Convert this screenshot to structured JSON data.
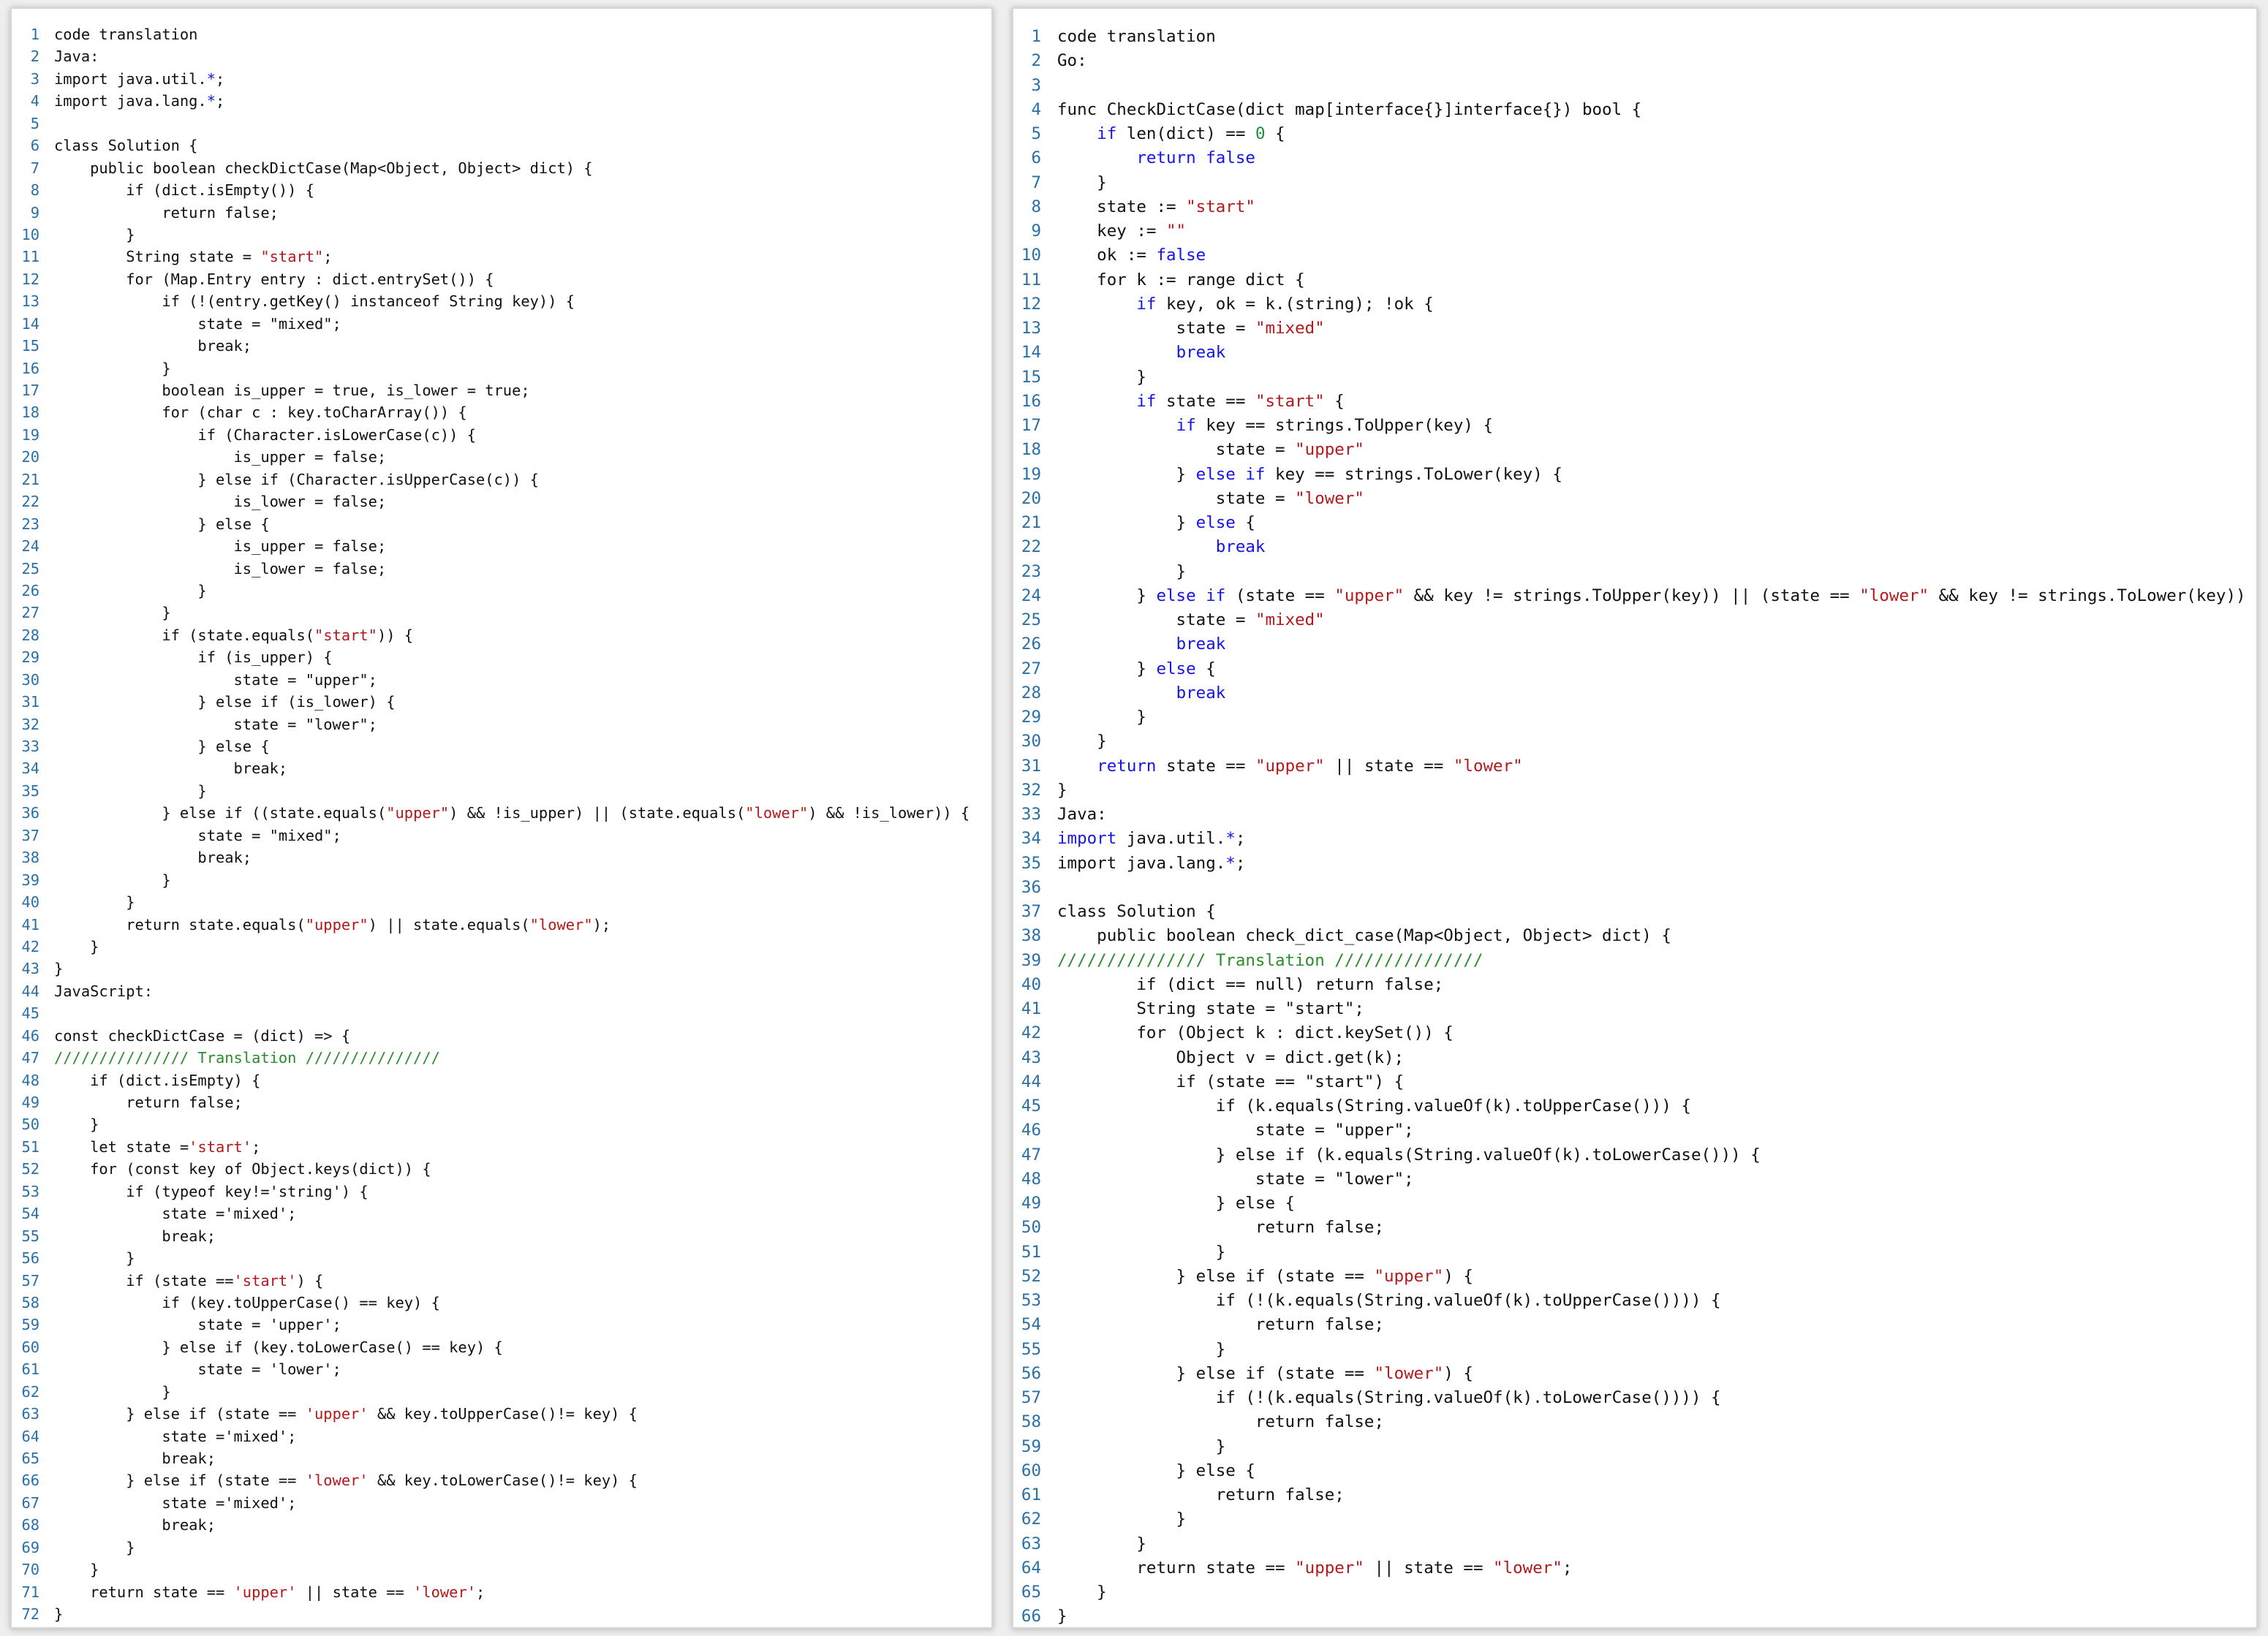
{
  "colors": {
    "background": "#eeeeee",
    "panel": "#ffffff",
    "line_number": "#2a6fa6",
    "text": "#111111",
    "string": "#b3191b",
    "keyword": "#1414e6",
    "number": "#1a8f3a",
    "comment": "#2a8c2a"
  },
  "panels": [
    {
      "lines": [
        [
          {
            "t": "code translation"
          }
        ],
        [
          {
            "t": "Java:"
          }
        ],
        [
          {
            "t": "import java.util."
          },
          {
            "t": "*",
            "k": "op"
          },
          {
            "t": ";"
          }
        ],
        [
          {
            "t": "import java.lang."
          },
          {
            "t": "*",
            "k": "op"
          },
          {
            "t": ";"
          }
        ],
        [],
        [
          {
            "t": "class Solution {"
          }
        ],
        [
          {
            "t": "    public boolean checkDictCase(Map<Object, Object> dict) {"
          }
        ],
        [
          {
            "t": "        if (dict.isEmpty()) {"
          }
        ],
        [
          {
            "t": "            return false;"
          }
        ],
        [
          {
            "t": "        }"
          }
        ],
        [
          {
            "t": "        String state = "
          },
          {
            "t": "\"start\"",
            "k": "str"
          },
          {
            "t": ";"
          }
        ],
        [
          {
            "t": "        for (Map.Entry entry : dict.entrySet()) {"
          }
        ],
        [
          {
            "t": "            if (!(entry.getKey() instanceof String key)) {"
          }
        ],
        [
          {
            "t": "                state = \"mixed\";"
          }
        ],
        [
          {
            "t": "                break;"
          }
        ],
        [
          {
            "t": "            }"
          }
        ],
        [
          {
            "t": "            boolean is_upper = true, is_lower = true;"
          }
        ],
        [
          {
            "t": "            for (char c : key.toCharArray()) {"
          }
        ],
        [
          {
            "t": "                if (Character.isLowerCase(c)) {"
          }
        ],
        [
          {
            "t": "                    is_upper = false;"
          }
        ],
        [
          {
            "t": "                } else if (Character.isUpperCase(c)) {"
          }
        ],
        [
          {
            "t": "                    is_lower = false;"
          }
        ],
        [
          {
            "t": "                } else {"
          }
        ],
        [
          {
            "t": "                    is_upper = false;"
          }
        ],
        [
          {
            "t": "                    is_lower = false;"
          }
        ],
        [
          {
            "t": "                }"
          }
        ],
        [
          {
            "t": "            }"
          }
        ],
        [
          {
            "t": "            if (state.equals("
          },
          {
            "t": "\"start\"",
            "k": "str"
          },
          {
            "t": ")) {"
          }
        ],
        [
          {
            "t": "                if (is_upper) {"
          }
        ],
        [
          {
            "t": "                    state = \"upper\";"
          }
        ],
        [
          {
            "t": "                } else if (is_lower) {"
          }
        ],
        [
          {
            "t": "                    state = \"lower\";"
          }
        ],
        [
          {
            "t": "                } else {"
          }
        ],
        [
          {
            "t": "                    break;"
          }
        ],
        [
          {
            "t": "                }"
          }
        ],
        [
          {
            "t": "            } else if ((state.equals("
          },
          {
            "t": "\"upper\"",
            "k": "str"
          },
          {
            "t": ") && !is_upper) || (state.equals("
          },
          {
            "t": "\"lower\"",
            "k": "str"
          },
          {
            "t": ") && !is_lower)) {"
          }
        ],
        [
          {
            "t": "                state = \"mixed\";"
          }
        ],
        [
          {
            "t": "                break;"
          }
        ],
        [
          {
            "t": "            }"
          }
        ],
        [
          {
            "t": "        }"
          }
        ],
        [
          {
            "t": "        return state.equals("
          },
          {
            "t": "\"upper\"",
            "k": "str"
          },
          {
            "t": ") || state.equals("
          },
          {
            "t": "\"lower\"",
            "k": "str"
          },
          {
            "t": ");"
          }
        ],
        [
          {
            "t": "    }"
          }
        ],
        [
          {
            "t": "}"
          }
        ],
        [
          {
            "t": "JavaScript:"
          }
        ],
        [],
        [
          {
            "t": "const checkDictCase = (dict) => {"
          }
        ],
        [
          {
            "t": "/////////////// Translation ///////////////",
            "k": "com"
          }
        ],
        [
          {
            "t": "    if (dict.isEmpty) {"
          }
        ],
        [
          {
            "t": "        return false;"
          }
        ],
        [
          {
            "t": "    }"
          }
        ],
        [
          {
            "t": "    let state ="
          },
          {
            "t": "'start'",
            "k": "str"
          },
          {
            "t": ";"
          }
        ],
        [
          {
            "t": "    for (const key of Object.keys(dict)) {"
          }
        ],
        [
          {
            "t": "        if (typeof key!='string') {"
          }
        ],
        [
          {
            "t": "            state ='mixed';"
          }
        ],
        [
          {
            "t": "            break;"
          }
        ],
        [
          {
            "t": "        }"
          }
        ],
        [
          {
            "t": "        if (state =="
          },
          {
            "t": "'start'",
            "k": "str"
          },
          {
            "t": ") {"
          }
        ],
        [
          {
            "t": "            if (key.toUpperCase() == key) {"
          }
        ],
        [
          {
            "t": "                state = 'upper';"
          }
        ],
        [
          {
            "t": "            } else if (key.toLowerCase() == key) {"
          }
        ],
        [
          {
            "t": "                state = 'lower';"
          }
        ],
        [
          {
            "t": "            }"
          }
        ],
        [
          {
            "t": "        } else if (state == "
          },
          {
            "t": "'upper'",
            "k": "str"
          },
          {
            "t": " && key.toUpperCase()!= key) {"
          }
        ],
        [
          {
            "t": "            state ='mixed';"
          }
        ],
        [
          {
            "t": "            break;"
          }
        ],
        [
          {
            "t": "        } else if (state == "
          },
          {
            "t": "'lower'",
            "k": "str"
          },
          {
            "t": " && key.toLowerCase()!= key) {"
          }
        ],
        [
          {
            "t": "            state ='mixed';"
          }
        ],
        [
          {
            "t": "            break;"
          }
        ],
        [
          {
            "t": "        }"
          }
        ],
        [
          {
            "t": "    }"
          }
        ],
        [
          {
            "t": "    return state == "
          },
          {
            "t": "'upper'",
            "k": "str"
          },
          {
            "t": " || state == "
          },
          {
            "t": "'lower'",
            "k": "str"
          },
          {
            "t": ";"
          }
        ],
        [
          {
            "t": "}"
          }
        ]
      ]
    },
    {
      "lines": [
        [
          {
            "t": "code translation"
          }
        ],
        [
          {
            "t": "Go:"
          }
        ],
        [],
        [
          {
            "t": "func CheckDictCase(dict map[interface{}]interface{}) bool {"
          }
        ],
        [
          {
            "t": "    "
          },
          {
            "t": "if",
            "k": "kw"
          },
          {
            "t": " len(dict) == "
          },
          {
            "t": "0",
            "k": "num"
          },
          {
            "t": " {"
          }
        ],
        [
          {
            "t": "        "
          },
          {
            "t": "return false",
            "k": "kw"
          }
        ],
        [
          {
            "t": "    }"
          }
        ],
        [
          {
            "t": "    state := "
          },
          {
            "t": "\"start\"",
            "k": "str"
          }
        ],
        [
          {
            "t": "    key := "
          },
          {
            "t": "\"\"",
            "k": "str"
          }
        ],
        [
          {
            "t": "    ok := "
          },
          {
            "t": "false",
            "k": "kw"
          }
        ],
        [
          {
            "t": "    for k := range dict {"
          }
        ],
        [
          {
            "t": "        "
          },
          {
            "t": "if",
            "k": "kw"
          },
          {
            "t": " key, ok = k.(string); !ok {"
          }
        ],
        [
          {
            "t": "            state = "
          },
          {
            "t": "\"mixed\"",
            "k": "str"
          }
        ],
        [
          {
            "t": "            "
          },
          {
            "t": "break",
            "k": "kw"
          }
        ],
        [
          {
            "t": "        }"
          }
        ],
        [
          {
            "t": "        "
          },
          {
            "t": "if",
            "k": "kw"
          },
          {
            "t": " state == "
          },
          {
            "t": "\"start\"",
            "k": "str"
          },
          {
            "t": " {"
          }
        ],
        [
          {
            "t": "            "
          },
          {
            "t": "if",
            "k": "kw"
          },
          {
            "t": " key == strings.ToUpper(key) {"
          }
        ],
        [
          {
            "t": "                state = "
          },
          {
            "t": "\"upper\"",
            "k": "str"
          }
        ],
        [
          {
            "t": "            } "
          },
          {
            "t": "else if",
            "k": "kw"
          },
          {
            "t": " key == strings.ToLower(key) {"
          }
        ],
        [
          {
            "t": "                state = "
          },
          {
            "t": "\"lower\"",
            "k": "str"
          }
        ],
        [
          {
            "t": "            } "
          },
          {
            "t": "else",
            "k": "kw"
          },
          {
            "t": " {"
          }
        ],
        [
          {
            "t": "                "
          },
          {
            "t": "break",
            "k": "kw"
          }
        ],
        [
          {
            "t": "            }"
          }
        ],
        [
          {
            "t": "        } "
          },
          {
            "t": "else if",
            "k": "kw"
          },
          {
            "t": " (state == "
          },
          {
            "t": "\"upper\"",
            "k": "str"
          },
          {
            "t": " && key != strings.ToUpper(key)) || (state == "
          },
          {
            "t": "\"lower\"",
            "k": "str"
          },
          {
            "t": " && key != strings.ToLower(key)) {"
          }
        ],
        [
          {
            "t": "            state = "
          },
          {
            "t": "\"mixed\"",
            "k": "str"
          }
        ],
        [
          {
            "t": "            "
          },
          {
            "t": "break",
            "k": "kw"
          }
        ],
        [
          {
            "t": "        } "
          },
          {
            "t": "else",
            "k": "kw"
          },
          {
            "t": " {"
          }
        ],
        [
          {
            "t": "            "
          },
          {
            "t": "break",
            "k": "kw"
          }
        ],
        [
          {
            "t": "        }"
          }
        ],
        [
          {
            "t": "    }"
          }
        ],
        [
          {
            "t": "    "
          },
          {
            "t": "return",
            "k": "kw"
          },
          {
            "t": " state == "
          },
          {
            "t": "\"upper\"",
            "k": "str"
          },
          {
            "t": " || state == "
          },
          {
            "t": "\"lower\"",
            "k": "str"
          }
        ],
        [
          {
            "t": "}"
          }
        ],
        [
          {
            "t": "Java:"
          }
        ],
        [
          {
            "t": "import",
            "k": "kw"
          },
          {
            "t": " java.util."
          },
          {
            "t": "*",
            "k": "op"
          },
          {
            "t": ";"
          }
        ],
        [
          {
            "t": "import java.lang."
          },
          {
            "t": "*",
            "k": "op"
          },
          {
            "t": ";"
          }
        ],
        [],
        [
          {
            "t": "class Solution {"
          }
        ],
        [
          {
            "t": "    public boolean check_dict_case(Map<Object, Object> dict) {"
          }
        ],
        [
          {
            "t": "/////////////// Translation ///////////////",
            "k": "com"
          }
        ],
        [
          {
            "t": "        if (dict == null) return false;"
          }
        ],
        [
          {
            "t": "        String state = \"start\";"
          }
        ],
        [
          {
            "t": "        for (Object k : dict.keySet()) {"
          }
        ],
        [
          {
            "t": "            Object v = dict.get(k);"
          }
        ],
        [
          {
            "t": "            if (state == \"start\") {"
          }
        ],
        [
          {
            "t": "                if (k.equals(String.valueOf(k).toUpperCase())) {"
          }
        ],
        [
          {
            "t": "                    state = \"upper\";"
          }
        ],
        [
          {
            "t": "                } else if (k.equals(String.valueOf(k).toLowerCase())) {"
          }
        ],
        [
          {
            "t": "                    state = \"lower\";"
          }
        ],
        [
          {
            "t": "                } else {"
          }
        ],
        [
          {
            "t": "                    return false;"
          }
        ],
        [
          {
            "t": "                }"
          }
        ],
        [
          {
            "t": "            } else if (state == "
          },
          {
            "t": "\"upper\"",
            "k": "str"
          },
          {
            "t": ") {"
          }
        ],
        [
          {
            "t": "                if (!(k.equals(String.valueOf(k).toUpperCase()))) {"
          }
        ],
        [
          {
            "t": "                    return false;"
          }
        ],
        [
          {
            "t": "                }"
          }
        ],
        [
          {
            "t": "            } else if (state == "
          },
          {
            "t": "\"lower\"",
            "k": "str"
          },
          {
            "t": ") {"
          }
        ],
        [
          {
            "t": "                if (!(k.equals(String.valueOf(k).toLowerCase()))) {"
          }
        ],
        [
          {
            "t": "                    return false;"
          }
        ],
        [
          {
            "t": "                }"
          }
        ],
        [
          {
            "t": "            } else {"
          }
        ],
        [
          {
            "t": "                return false;"
          }
        ],
        [
          {
            "t": "            }"
          }
        ],
        [
          {
            "t": "        }"
          }
        ],
        [
          {
            "t": "        return state == "
          },
          {
            "t": "\"upper\"",
            "k": "str"
          },
          {
            "t": " || state == "
          },
          {
            "t": "\"lower\"",
            "k": "str"
          },
          {
            "t": ";"
          }
        ],
        [
          {
            "t": "    }"
          }
        ],
        [
          {
            "t": "}"
          }
        ]
      ]
    }
  ]
}
